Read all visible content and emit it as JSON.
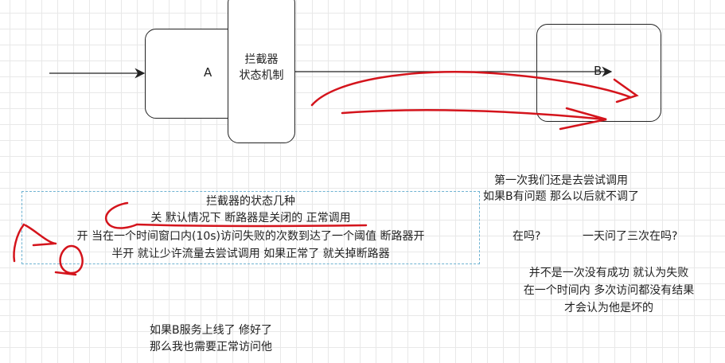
{
  "nodes": {
    "a_label": "A",
    "interceptor_label": [
      "拦截器",
      "状态机制"
    ],
    "b_label": "B"
  },
  "states_note": {
    "title": "拦截器的状态几种",
    "lines": [
      "关 默认情况下 断路器是关闭的 正常调用",
      "开 当在一个时间窗口内(10s)访问失败的次数到达了一个阈值 断路器开",
      "半开 就让少许流量去尝试调用 如果正常了 就关掉断路器"
    ]
  },
  "note_first_call": [
    "第一次我们还是去尝试调用",
    "如果B有问题 那么以后就不调了"
  ],
  "note_ask_once": "在吗?",
  "note_ask_three": "一天问了三次在吗?",
  "note_failure": [
    "并不是一次没有成功 就认为失败",
    "在一个时间内 多次访问都没有结果",
    "才会认为他是坏的"
  ],
  "note_recovery": [
    "如果B服务上线了 修好了",
    "那么我也需要正常访问他"
  ],
  "colors": {
    "annotation": "#d4141c",
    "stroke": "#222222",
    "grid": "#e8e8e8",
    "selection": "#6fb3d2"
  }
}
